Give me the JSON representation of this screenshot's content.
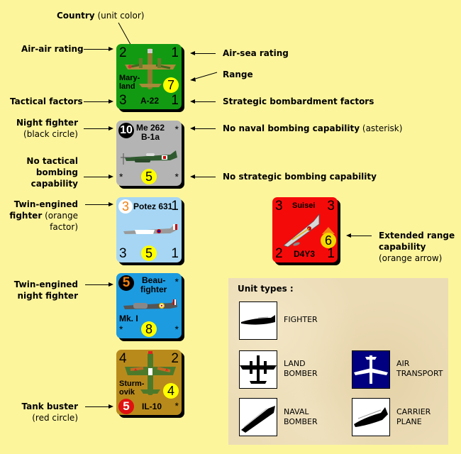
{
  "annotations": {
    "country": {
      "bold": "Country",
      "note": "(unit color)"
    },
    "air_air": {
      "bold": "Air-air rating"
    },
    "air_sea": {
      "bold": "Air-sea rating"
    },
    "range": {
      "bold": "Range"
    },
    "tactical": {
      "bold": "Tactical factors"
    },
    "strategic": {
      "bold": "Strategic bombardment factors"
    },
    "night_fighter": {
      "bold": "Night fighter",
      "note": "(black circle)"
    },
    "no_naval": {
      "bold": "No naval bombing capability",
      "note": "(asterisk)"
    },
    "no_tactical": {
      "line1": "No tactical",
      "line2": "bombing",
      "line3": "capability"
    },
    "no_strategic": {
      "bold": "No strategic bombing capability"
    },
    "twin_fighter": {
      "line1": "Twin-engined",
      "line2_bold": "fighter",
      "line2_note": "(orange",
      "line3": "factor)"
    },
    "extended_range": {
      "line1": "Extended range",
      "line2": "capability",
      "note": "(orange arrow)"
    },
    "twin_night": {
      "line1": "Twin-engined",
      "line2": "night fighter"
    },
    "tank_buster": {
      "bold": "Tank buster",
      "note": "(red circle)"
    }
  },
  "counters": [
    {
      "id": "maryland",
      "color": "#139a13",
      "top_left": "2",
      "top_right": "1",
      "name_line1": "Mary-",
      "name_line2": "land",
      "range": "7",
      "bottom_left": "3",
      "model": "A-22",
      "bottom_right": "1"
    },
    {
      "id": "me262",
      "color": "#b4b4b4",
      "night_rating": "10",
      "name_line1": "Me 262",
      "name_line2": "B-1a",
      "top_right": "*",
      "bottom_left": "*",
      "range": "5",
      "bottom_right": "*"
    },
    {
      "id": "potez",
      "color": "#a6d6f4",
      "top_left": "3",
      "name": "Potez 631",
      "top_right": "1",
      "bottom_left": "3",
      "range": "5",
      "bottom_right": "1"
    },
    {
      "id": "suisei",
      "color": "#f50a0a",
      "top_left": "3",
      "name": "Suisei",
      "top_right": "3",
      "range": "6",
      "bottom_left": "2",
      "model": "D4Y3",
      "bottom_right": "1"
    },
    {
      "id": "beaufighter",
      "color": "#1d9be0",
      "night_rating": "5",
      "name_line1": "Beau-",
      "name_line2": "fighter",
      "top_right": "*",
      "model": "Mk. I",
      "bottom_left": "*",
      "range": "8",
      "bottom_right": "*"
    },
    {
      "id": "il10",
      "color": "#b88a1c",
      "top_left": "4",
      "top_right": "2",
      "name_line1": "Sturm-",
      "name_line2": "ovik",
      "range": "4",
      "tank_rating": "5",
      "model": "IL-10",
      "bottom_right": "*"
    }
  ],
  "unit_types": {
    "title": "Unit types :",
    "items": [
      {
        "label_line1": "FIGHTER",
        "label_line2": "",
        "icon": "fighter-silhouette-icon"
      },
      {
        "label_line1": "LAND",
        "label_line2": "BOMBER",
        "icon": "land-bomber-silhouette-icon"
      },
      {
        "label_line1": "AIR",
        "label_line2": "TRANSPORT",
        "icon": "air-transport-silhouette-icon",
        "bg": "#000080"
      },
      {
        "label_line1": "NAVAL",
        "label_line2": "BOMBER",
        "icon": "naval-bomber-silhouette-icon"
      },
      {
        "label_line1": "CARRIER",
        "label_line2": "PLANE",
        "icon": "carrier-plane-silhouette-icon"
      }
    ]
  }
}
